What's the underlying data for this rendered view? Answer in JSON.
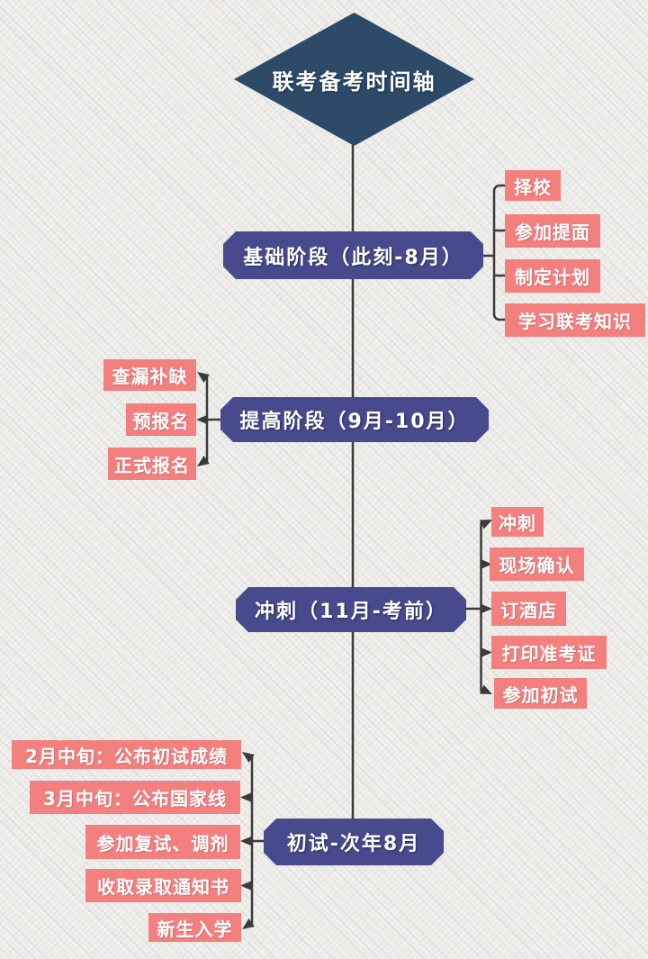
{
  "diagram": {
    "title": "联考备考时间轴",
    "stages": [
      {
        "label": "基础阶段（此刻-8月）",
        "side": "right",
        "branches": [
          "择校",
          "参加提面",
          "制定计划",
          "学习联考知识"
        ]
      },
      {
        "label": "提高阶段（9月-10月）",
        "side": "left",
        "branches": [
          "查漏补缺",
          "预报名",
          "正式报名"
        ]
      },
      {
        "label": "冲刺（11月-考前）",
        "side": "right",
        "branches": [
          "冲刺",
          "现场确认",
          "订酒店",
          "打印准考证",
          "参加初试"
        ]
      },
      {
        "label": "初试-次年8月",
        "side": "left",
        "branches": [
          "2月中旬：公布初试成绩",
          "3月中旬：公布国家线",
          "参加复试、调剂",
          "收取录取通知书",
          "新生入学"
        ]
      }
    ],
    "colors": {
      "diamond": "#2d4a69",
      "stage_box": "#474b8d",
      "branch_box": "#f47f7f",
      "connector": "#3b3b3b",
      "background": "#edece9",
      "text": "#ffffff"
    }
  }
}
